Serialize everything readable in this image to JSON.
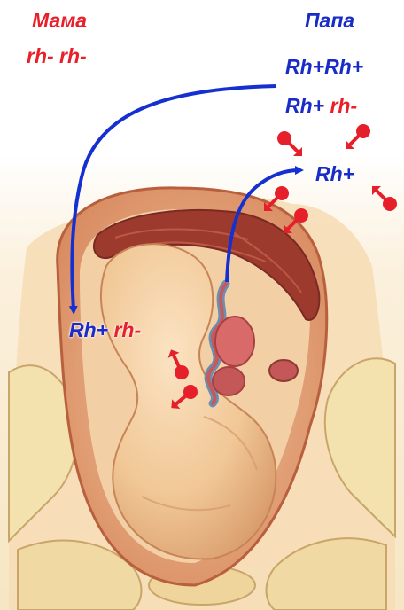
{
  "labels": {
    "mother_title": "Мама",
    "mother_genotype": "rh- rh-",
    "father_title": "Папа",
    "father_genotype_1": "Rh+Rh+",
    "father_genotype_2_pos": "Rh+",
    "father_genotype_2_neg": "rh-",
    "placenta_label": "Rh+",
    "fetus_pos": "Rh+",
    "fetus_neg": "rh-"
  },
  "colors": {
    "mother_red": "#e8202a",
    "father_blue": "#1a2cc8",
    "arrow_blue": "#1530d0",
    "antibody_red": "#e5202a",
    "skin_light": "#f5d6a8",
    "skin_shadow": "#d89a6a",
    "uterus_red": "#a84838",
    "bone_cream": "#f3e1ae"
  },
  "icons": [
    "red-antibody-icon",
    "blue-curved-arrow",
    "pregnancy-illustration"
  ]
}
